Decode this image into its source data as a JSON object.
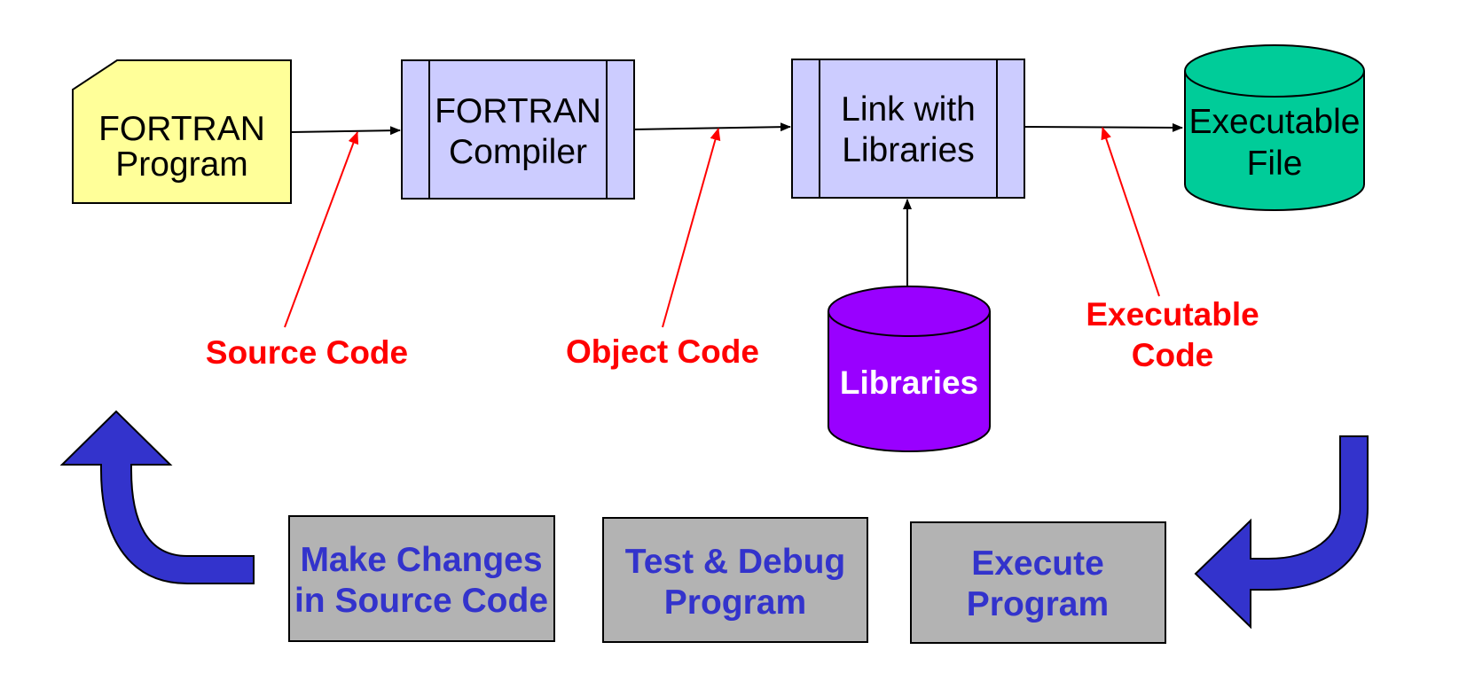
{
  "colors": {
    "source_fill": "#ffff99",
    "process_fill": "#ccccff",
    "executable_fill": "#00cc99",
    "libraries_fill": "#9900ff",
    "step_fill": "#b3b3b3",
    "red": "#ff0000",
    "blue_text": "#3333cc",
    "blue_arrow": "#3333cc"
  },
  "nodes": {
    "program": {
      "line1": "FORTRAN",
      "line2": "Program"
    },
    "compiler": {
      "line1": "FORTRAN",
      "line2": "Compiler"
    },
    "linker": {
      "line1": "Link with",
      "line2": "Libraries"
    },
    "executable_file": {
      "line1": "Executable",
      "line2": "File"
    },
    "libraries": {
      "label": "Libraries"
    }
  },
  "labels": {
    "source_code": "Source Code",
    "object_code": "Object Code",
    "executable_code_line1": "Executable",
    "executable_code_line2": "Code"
  },
  "steps": {
    "make_changes": {
      "line1": "Make Changes",
      "line2": "in Source Code"
    },
    "test_debug": {
      "line1": "Test & Debug",
      "line2": "Program"
    },
    "execute": {
      "line1": "Execute",
      "line2": "Program"
    }
  },
  "icons": {
    "cycle_up_arrow": "curved-up-arrow-icon",
    "cycle_down_left_arrow": "curved-down-left-arrow-icon"
  }
}
